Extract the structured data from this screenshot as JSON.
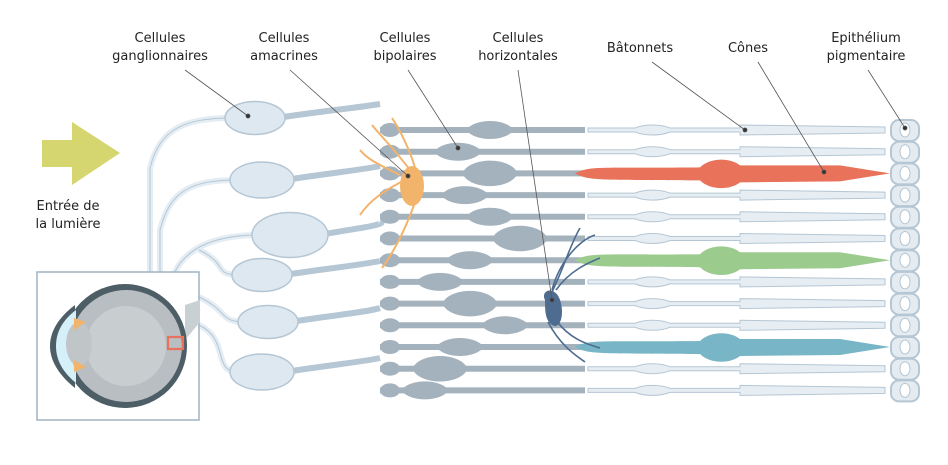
{
  "labels": {
    "ganglion": [
      "Cellules",
      "ganglionnaires"
    ],
    "amacrine": [
      "Cellules",
      "amacrines"
    ],
    "bipolar": [
      "Cellules",
      "bipolaires"
    ],
    "horizontal": [
      "Cellules",
      "horizontales"
    ],
    "rods": "Bâtonnets",
    "cones": "Cônes",
    "epithelium": [
      "Epithélium",
      "pigmentaire"
    ],
    "light": [
      "Entrée de",
      "la lumière"
    ]
  },
  "colors": {
    "ganglion": "#dde8f0",
    "outline": "#b5c6d4",
    "bipolar": "#a4b2be",
    "amacrine": "#f2b36a",
    "horizontal": "#4e6b90",
    "cone_red": "#e8735a",
    "cone_green": "#9ccb8e",
    "cone_blue": "#78b5c7",
    "arrow": "#d5d66f"
  }
}
